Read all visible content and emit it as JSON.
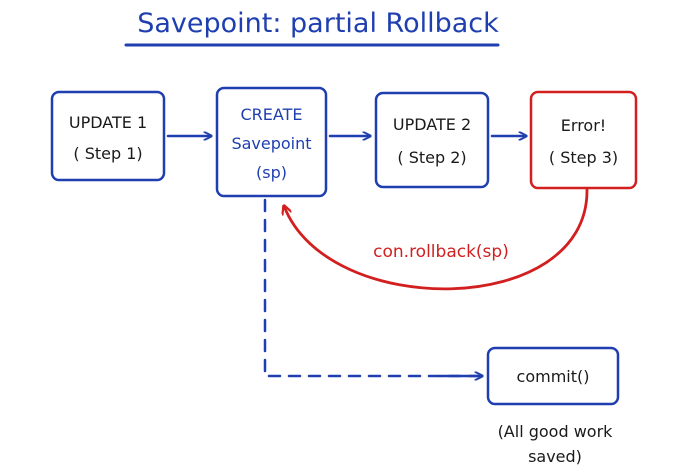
{
  "title": "Savepoint: partial Rollback",
  "colors": {
    "blue": "#1f3fb0",
    "red": "#d21f1f",
    "text": "#1a1a1a"
  },
  "boxes": {
    "update1": {
      "line1": "UPDATE 1",
      "line2": "( Step 1)"
    },
    "create": {
      "line1": "CREATE",
      "line2": "Savepoint",
      "line3": "(sp)"
    },
    "update2": {
      "line1": "UPDATE 2",
      "line2": "( Step 2)"
    },
    "error": {
      "line1": "Error!",
      "line2": "( Step 3)"
    },
    "commit": {
      "line1": "commit()"
    }
  },
  "rollback_label": "con.rollback(sp)",
  "note": {
    "line1": "(All good work",
    "line2": "saved)"
  }
}
